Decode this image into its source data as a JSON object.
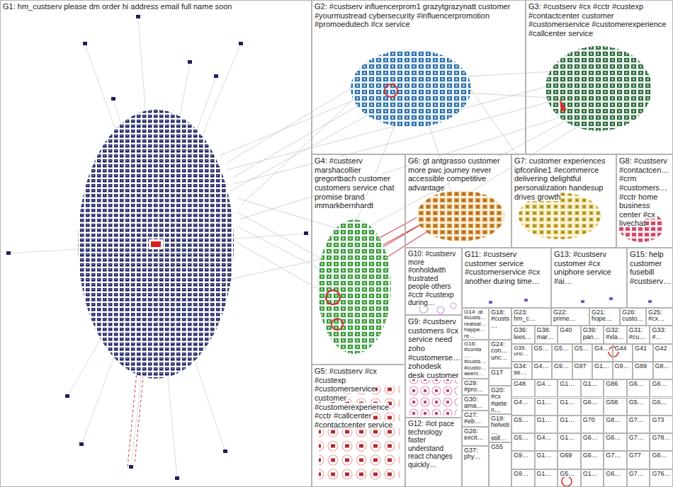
{
  "diagram": {
    "nodes": [
      {
        "text": [
          "G1: hm_custserv please dm order hi address email full name soon"
        ]
      },
      {
        "text": [
          "G2: #custserv influencerprom1 grazytgrazynatt customer #yourmustread cybersecurity #influencerpromotion #promoedutech #cx service"
        ]
      },
      {
        "text": [
          "G3: #custserv #cx #cctr #custexp #contactcenter customer #customerservice #customerexperience #callcenter service"
        ]
      },
      {
        "text": [
          "G4: #custserv marshacollier gregortbach customer customers service chat promise brand immarkbernhardt"
        ]
      },
      {
        "text": [
          "G6: gt antgrasso customer more pwc journey never accessible competitive advantage"
        ]
      },
      {
        "text": [
          "G7: customer experiences ipfconline1 #ecommerce delivering delightful personalization handesup drives growth"
        ]
      },
      {
        "text": [
          "G8: #custserv #contactcen… #crm #customers… #cctr home business center #cx livechat"
        ]
      },
      {
        "text": [
          "G10: #custserv more #onholdwith frustrated people others #cctr #custexp during…"
        ]
      },
      {
        "text": [
          "G11: #custserv customer service #customerservice #cx another during time…"
        ]
      },
      {
        "text": [
          "G13: #custserv customer #cx uniphore service #ai…"
        ]
      },
      {
        "text": [
          "G15: help customer fusebill #custserv…"
        ]
      },
      {
        "text": [
          "G5: #custserv #cx #custexp #customerservice customer #customerexperience #cctr #callcenter #contactcenter service"
        ]
      },
      {
        "text": [
          "G9: #custserv customers #cx service need zoho #customerse… zohodesk desk customer"
        ]
      },
      {
        "text": [
          "G12: #iot pace technology faster understand react changes quickly…"
        ]
      },
      {
        "text": [
          "G14: gt #custs… realsal… happe… re…"
        ]
      },
      {
        "text": [
          "G16: #conta… #custs… #custo… aeerc…"
        ]
      },
      {
        "text": [
          "G29: #pro…"
        ]
      },
      {
        "text": [
          "G30: ama…"
        ]
      },
      {
        "text": [
          "G27: #eb…"
        ]
      },
      {
        "text": [
          "G28: excit…"
        ]
      },
      {
        "text": [
          "G37: phy…"
        ]
      },
      {
        "text": [
          "G18: #custs…"
        ]
      },
      {
        "text": [
          "G24: con… unc…"
        ]
      },
      {
        "text": [
          "G17"
        ]
      },
      {
        "text": [
          "G20: #cx #geten…"
        ]
      },
      {
        "text": [
          "G19: helveti… still…"
        ]
      },
      {
        "text": [
          "G55"
        ]
      },
      {
        "text": [
          "G23: hm_c…"
        ]
      },
      {
        "text": [
          "G22: prime…"
        ]
      },
      {
        "text": [
          "G21: hope…"
        ]
      },
      {
        "text": [
          "G26: custo…"
        ]
      },
      {
        "text": [
          "G25: #cx…"
        ]
      },
      {
        "text": [
          "G36: lees…"
        ]
      },
      {
        "text": [
          "G38: mar…"
        ]
      },
      {
        "text": [
          "G40"
        ]
      },
      {
        "text": [
          "G39: pan…"
        ]
      },
      {
        "text": [
          "G32: #xla…"
        ]
      },
      {
        "text": [
          "G31: #cu…"
        ]
      },
      {
        "text": [
          "G33: #…"
        ]
      },
      {
        "text": [
          "G35: unc…"
        ]
      },
      {
        "text": [
          "G5…"
        ]
      },
      {
        "text": [
          "G5…"
        ]
      },
      {
        "text": [
          "G5…"
        ]
      },
      {
        "text": [
          "G4…"
        ]
      },
      {
        "text": [
          "G44"
        ]
      },
      {
        "text": [
          "G41"
        ]
      },
      {
        "text": [
          "G42"
        ]
      },
      {
        "text": [
          "G34: se…"
        ]
      },
      {
        "text": [
          "G4…"
        ]
      },
      {
        "text": [
          "G9…"
        ]
      },
      {
        "text": [
          "G97"
        ]
      },
      {
        "text": [
          "G1…"
        ]
      },
      {
        "text": [
          "G9…"
        ]
      },
      {
        "text": [
          "G89"
        ]
      },
      {
        "text": [
          "G8…"
        ]
      },
      {
        "text": [
          "G48"
        ]
      },
      {
        "text": [
          "G4…"
        ]
      },
      {
        "text": [
          "G1…"
        ]
      },
      {
        "text": [
          "G1…"
        ]
      },
      {
        "text": [
          "G86"
        ]
      },
      {
        "text": [
          "G6…"
        ]
      },
      {
        "text": [
          "G6…"
        ]
      },
      {
        "text": [
          "G4…"
        ]
      },
      {
        "text": [
          "G1…"
        ]
      },
      {
        "text": [
          "G1…"
        ]
      },
      {
        "text": [
          "G6…"
        ]
      },
      {
        "text": [
          "G58"
        ]
      },
      {
        "text": [
          "G5…"
        ]
      },
      {
        "text": [
          "G6…"
        ]
      },
      {
        "text": [
          "G5…"
        ]
      },
      {
        "text": [
          "G1…"
        ]
      },
      {
        "text": [
          "G1…"
        ]
      },
      {
        "text": [
          "G70"
        ]
      },
      {
        "text": [
          "G8…"
        ]
      },
      {
        "text": [
          "G7…"
        ]
      },
      {
        "text": [
          "G73"
        ]
      },
      {
        "text": [
          "G5…"
        ]
      },
      {
        "text": [
          "G4…"
        ]
      },
      {
        "text": [
          "G1…"
        ]
      },
      {
        "text": [
          "G6…"
        ]
      },
      {
        "text": [
          "G6…"
        ]
      },
      {
        "text": [
          "G7…"
        ]
      },
      {
        "text": [
          "G78…"
        ]
      },
      {
        "text": [
          "G9…"
        ]
      },
      {
        "text": [
          "G1…"
        ]
      },
      {
        "text": [
          "G69"
        ]
      },
      {
        "text": [
          "G6…"
        ]
      },
      {
        "text": [
          "G7…"
        ]
      },
      {
        "text": [
          "G77"
        ]
      },
      {
        "text": [
          "G6…"
        ]
      },
      {
        "text": [
          "G9…"
        ]
      },
      {
        "text": [
          "G1…"
        ]
      },
      {
        "text": [
          "G5…"
        ]
      },
      {
        "text": [
          "G1…"
        ]
      },
      {
        "text": [
          "G6…"
        ]
      },
      {
        "text": [
          "G7…"
        ]
      },
      {
        "text": [
          "G76…"
        ]
      }
    ]
  }
}
